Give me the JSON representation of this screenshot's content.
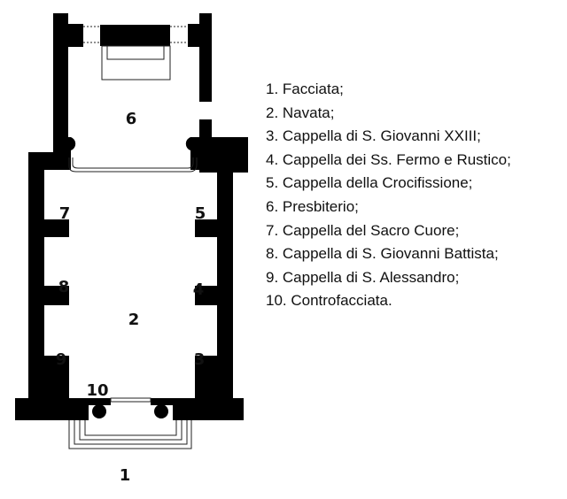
{
  "plan_labels": {
    "l1": "1",
    "l2": "2",
    "l3": "3",
    "l4": "4",
    "l5": "5",
    "l6": "6",
    "l7": "7",
    "l8": "8",
    "l9": "9",
    "l10": "10"
  },
  "legend": [
    "1. Facciata;",
    "2. Navata;",
    "3. Cappella di S. Giovanni XXIII;",
    "4. Cappella dei Ss. Fermo e Rustico;",
    "5. Cappella della Crocifissione;",
    "6. Presbiterio;",
    "7. Cappella del Sacro Cuore;",
    "8. Cappella di S. Giovanni Battista;",
    "9. Cappella di S. Alessandro;",
    "10. Controfacciata."
  ]
}
